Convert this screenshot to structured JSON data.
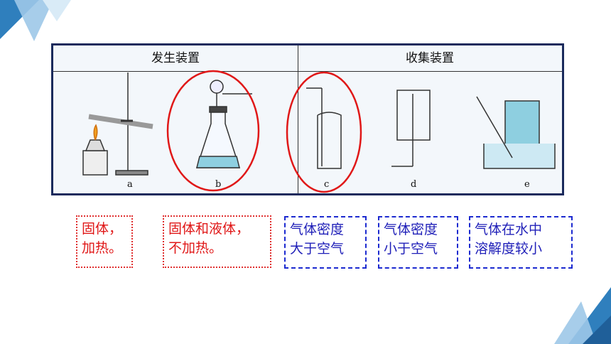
{
  "header": {
    "generation": "发生装置",
    "collection": "收集装置"
  },
  "labels": [
    "a",
    "b",
    "c",
    "d",
    "e"
  ],
  "notes": [
    {
      "line1": "固体，",
      "line2": "加热。"
    },
    {
      "line1": "固体和液体，",
      "line2": "不加热。"
    },
    {
      "line1": "气体密度",
      "line2": "大于空气"
    },
    {
      "line1": "气体密度",
      "line2": "小于空气"
    },
    {
      "line1": "气体在水中",
      "line2": "溶解度较小"
    }
  ],
  "colors": {
    "red": "#e01818",
    "blue": "#1f1fb8",
    "accent": "#4a90c8",
    "frame": "#1a2a5c"
  }
}
